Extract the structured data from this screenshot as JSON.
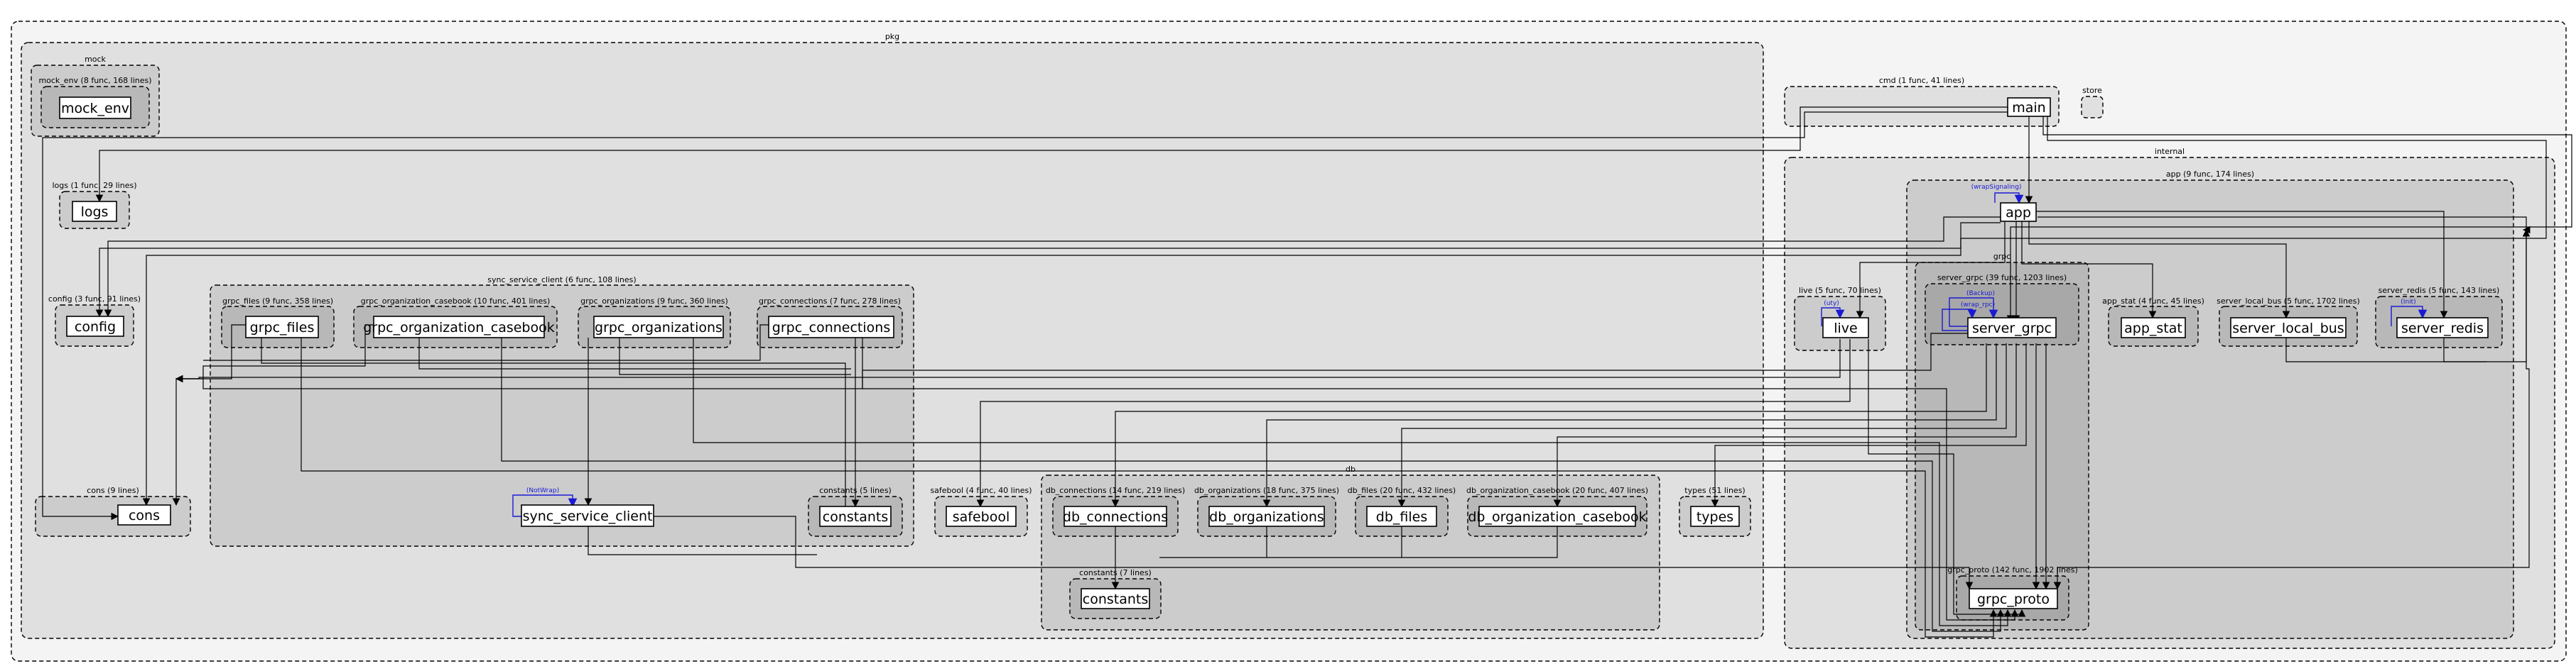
{
  "colors": {
    "background": "#ffffff",
    "cluster_level1": "#f4f4f4",
    "cluster_level2": "#e0e0e0",
    "cluster_level3": "#cccccc",
    "cluster_level4": "#b8b8b8",
    "node_fill": "#ffffff",
    "edge": "#000000",
    "self_edge": "#1a1ad6"
  },
  "clusters": {
    "root": "",
    "pkg": "pkg",
    "mock": "mock",
    "mock_env": "mock_env (8 func, 168 lines)",
    "logs": "logs (1 func, 29 lines)",
    "config": "config (3 func, 91 lines)",
    "cons": "cons (9 lines)",
    "sync_service_client": "sync_service_client (6 func, 108 lines)",
    "grpc_files": "grpc_files (9 func, 358 lines)",
    "grpc_organization_casebook": "grpc_organization_casebook (10 func, 401 lines)",
    "grpc_organizations": "grpc_organizations (9 func, 360 lines)",
    "grpc_connections": "grpc_connections (7 func, 278 lines)",
    "constants_ssc": "constants (5 lines)",
    "safebool": "safebool (4 func, 40 lines)",
    "db": "db",
    "db_connections": "db_connections (14 func, 219 lines)",
    "db_organizations": "db_organizations (18 func, 375 lines)",
    "db_files": "db_files (20 func, 432 lines)",
    "db_organization_casebook": "db_organization_casebook (20 func, 407 lines)",
    "constants_db": "constants (7 lines)",
    "types": "types (51 lines)",
    "cmd": "cmd (1 func, 41 lines)",
    "store": "store",
    "internal": "internal",
    "app_cluster": "app (9 func, 174 lines)",
    "live": "live (5 func, 70 lines)",
    "grpc": "grpc",
    "server_grpc": "server_grpc (39 func, 1203 lines)",
    "grpc_proto": "grpc_proto (142 func, 1902 lines)",
    "app_stat": "app_stat (4 func, 45 lines)",
    "server_local_bus": "server_local_bus (5 func, 1702 lines)",
    "server_redis": "server_redis (5 func, 143 lines)"
  },
  "nodes": {
    "mock_env": "mock_env",
    "logs": "logs",
    "config": "config",
    "cons": "cons",
    "grpc_files": "grpc_files",
    "grpc_organization_casebook": "grpc_organization_casebook",
    "grpc_organizations": "grpc_organizations",
    "grpc_connections": "grpc_connections",
    "sync_service_client": "sync_service_client",
    "constants_ssc": "constants",
    "safebool": "safebool",
    "db_connections": "db_connections",
    "db_organizations": "db_organizations",
    "db_files": "db_files",
    "db_organization_casebook": "db_organization_casebook",
    "constants_db": "constants",
    "types": "types",
    "main": "main",
    "app": "app",
    "live": "live",
    "server_grpc": "server_grpc",
    "grpc_proto": "grpc_proto",
    "app_stat": "app_stat",
    "server_local_bus": "server_local_bus",
    "server_redis": "server_redis"
  },
  "self_loops": {
    "app": "(wrapSignaling)",
    "live": "(uty)",
    "server_grpc_1": "(Backup)",
    "server_grpc_2": "(wrap_rpc)",
    "server_redis": "(Init)",
    "sync_service_client": "(NotWrap)"
  }
}
